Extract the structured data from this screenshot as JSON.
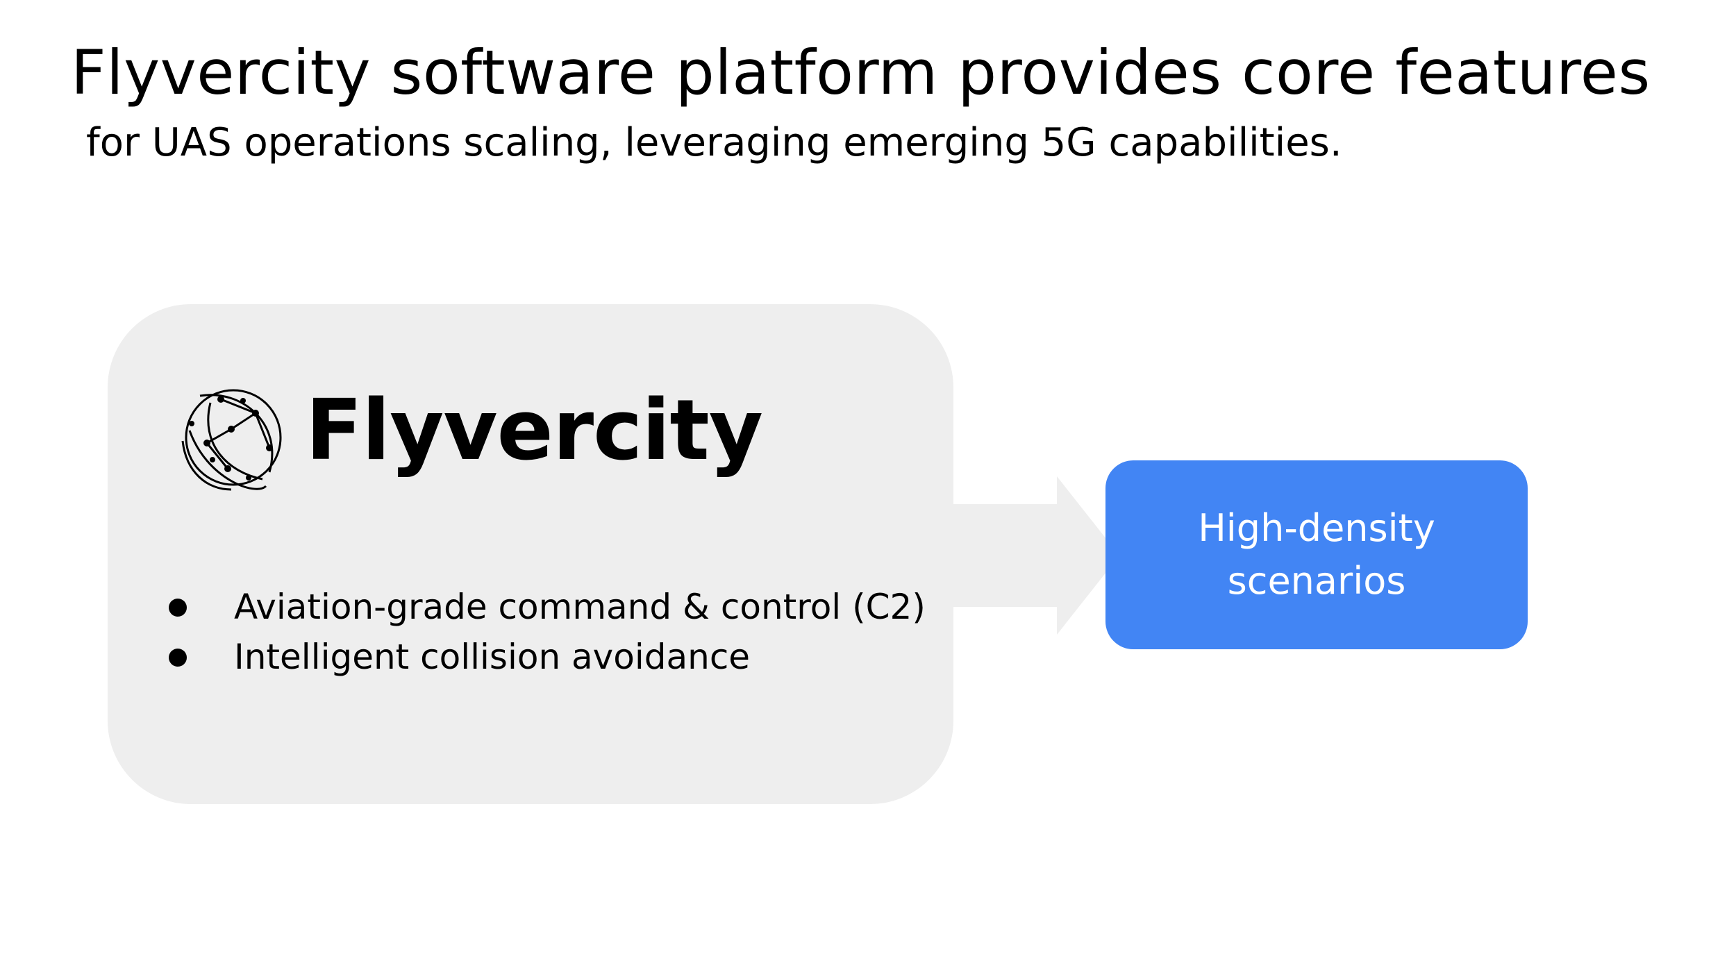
{
  "slide": {
    "title": "Flyvercity software platform provides core features",
    "subtitle": "for UAS operations scaling, leveraging emerging 5G capabilities."
  },
  "platform": {
    "brand_name": "Flyvercity",
    "logo_icon": "network-globe-icon",
    "features": [
      "Aviation-grade command & control (C2)",
      "Intelligent collision avoidance"
    ]
  },
  "target": {
    "label": "High-density scenarios"
  },
  "colors": {
    "platform_box": "#eeeeee",
    "target_box": "#4285f4",
    "target_text": "#ffffff",
    "text": "#000000"
  }
}
